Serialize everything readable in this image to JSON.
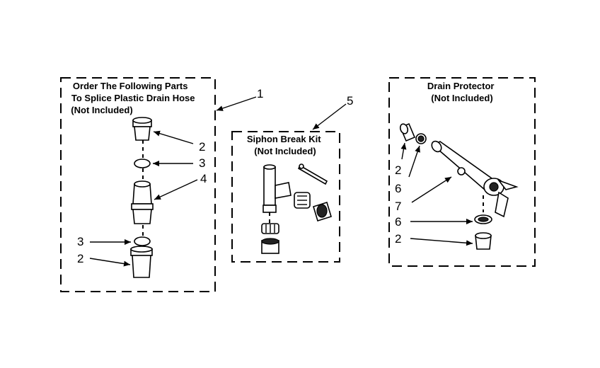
{
  "groups": [
    {
      "title_lines": [
        "Order The Following Parts",
        "To Splice Plastic Drain Hose",
        "(Not Included)"
      ]
    },
    {
      "title_lines": [
        "Siphon Break Kit",
        "(Not Included)"
      ]
    },
    {
      "title_lines": [
        "Drain Protector",
        "(Not Included)"
      ]
    }
  ],
  "callouts": {
    "g1_box": "1",
    "g1_top_adapter": "2",
    "g1_top_clamp": "3",
    "g1_coupler": "4",
    "g1_bottom_clamp": "3",
    "g1_bottom_adapter": "2",
    "g2_box": "5",
    "g3_top_adapter": "2",
    "g3_top_ring": "6",
    "g3_body": "7",
    "g3_bottom_ring": "6",
    "g3_bottom_adapter": "2"
  }
}
